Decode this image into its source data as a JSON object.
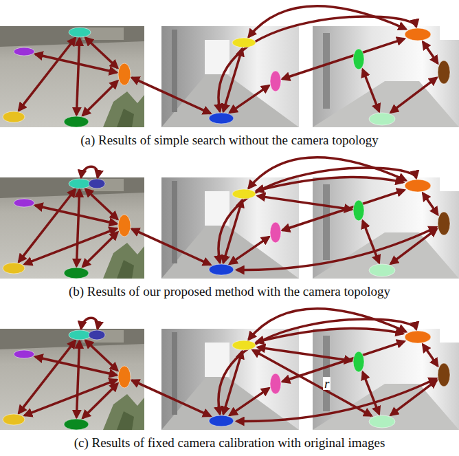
{
  "diagram": {
    "labels": [
      "(a) Results of simple search without the camera topology",
      "(b) Results of our proposed method with the camera topology",
      "r",
      "(c) Results of fixed camera calibration with original images"
    ]
  }
}
